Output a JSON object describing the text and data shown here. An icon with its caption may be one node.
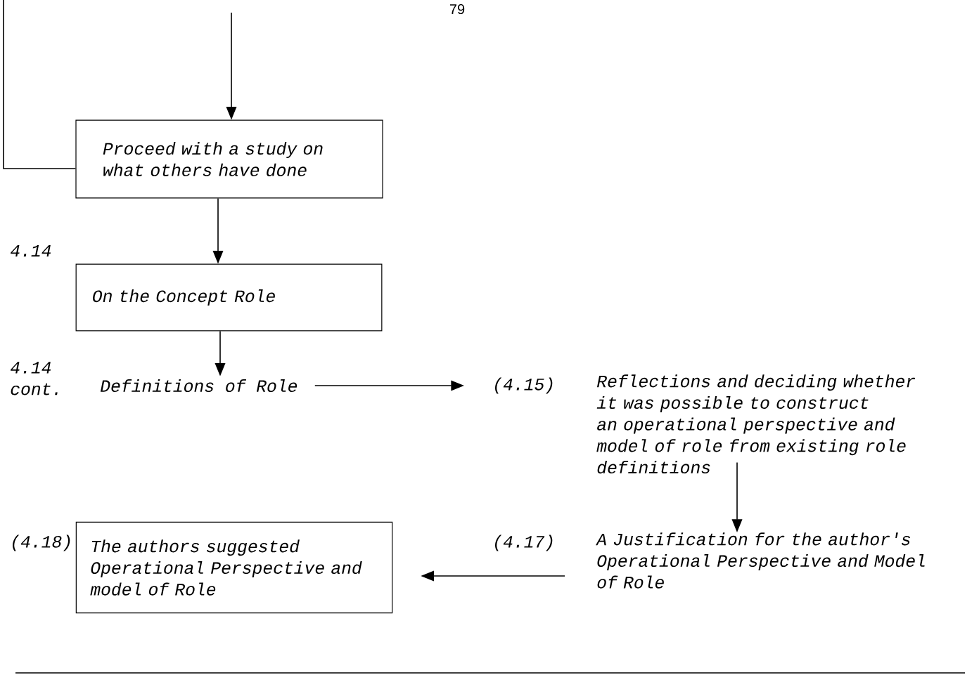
{
  "diagram": {
    "nodes": [
      {
        "text": [
          "Proceed with a study on what others have done"
        ]
      },
      {
        "text": [
          "On the Concept Role"
        ],
        "beside": [
          "4.14"
        ]
      },
      {
        "text": [
          "Definitions of Role"
        ],
        "beside": [
          "4.14 cont."
        ]
      },
      {
        "text": [
          "(4.15)"
        ]
      },
      {
        "text": [
          "Reflections and deciding whether it was possible to construct an operational perspective and model of role from existing role definitions"
        ]
      },
      {
        "text": [
          "A Justification for the author's Operational Perspective and Model of Role"
        ]
      },
      {
        "text": [
          "The authors suggested Operational Perspective and model of Role"
        ],
        "beside": [
          "(4.18)"
        ]
      }
    ],
    "edges": [
      {
        "from": null,
        "to": 0,
        "arrow": "to"
      },
      {
        "from": 0,
        "to": null,
        "arrow": "none"
      },
      {
        "from": 0,
        "to": 1,
        "arrow": "to"
      },
      {
        "from": 1,
        "to": 2,
        "arrow": "to"
      },
      {
        "from": 2,
        "to": 3,
        "arrow": "to"
      },
      {
        "from": 4,
        "to": 5,
        "arrow": "to"
      },
      {
        "from": 5,
        "to": 6,
        "arrow": "to"
      }
    ],
    "labels": [
      "79",
      "(4.17)"
    ]
  }
}
